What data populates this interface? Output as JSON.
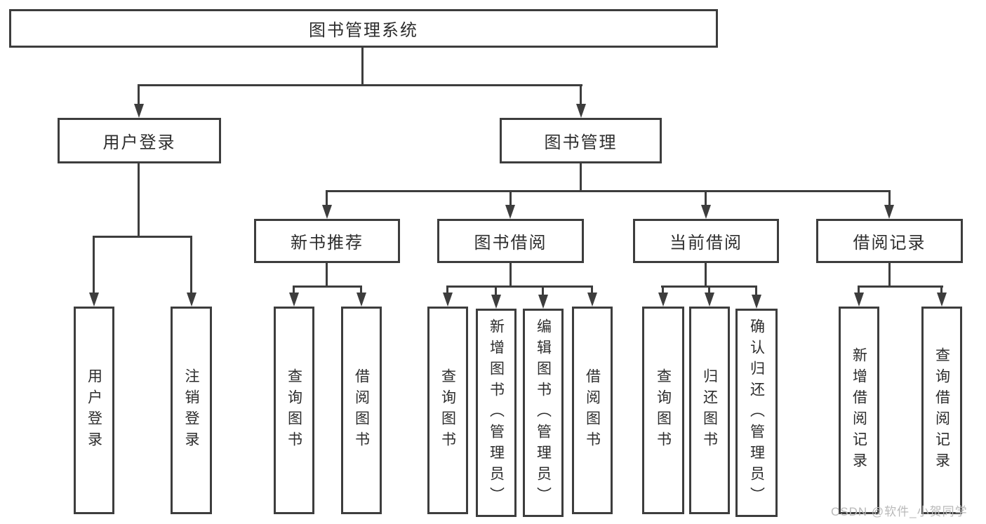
{
  "diagram_type": "functional-structure-tree",
  "tree": {
    "label": "图书管理系统",
    "children": [
      {
        "label": "用户登录",
        "children": [
          {
            "label": "用户登录"
          },
          {
            "label": "注销登录"
          }
        ]
      },
      {
        "label": "图书管理",
        "children": [
          {
            "label": "新书推荐",
            "children": [
              {
                "label": "查询图书"
              },
              {
                "label": "借阅图书"
              }
            ]
          },
          {
            "label": "图书借阅",
            "children": [
              {
                "label": "查询图书"
              },
              {
                "label": "新增图书（管理员）"
              },
              {
                "label": "编辑图书（管理员）"
              },
              {
                "label": "借阅图书"
              }
            ]
          },
          {
            "label": "当前借阅",
            "children": [
              {
                "label": "查询图书"
              },
              {
                "label": "归还图书"
              },
              {
                "label": "确认归还（管理员）"
              }
            ]
          },
          {
            "label": "借阅记录",
            "children": [
              {
                "label": "新增借阅记录"
              },
              {
                "label": "查询借阅记录"
              }
            ]
          }
        ]
      }
    ]
  },
  "watermark": {
    "text": "CSDN @软件_小贺同学"
  },
  "colors": {
    "line": "#3d3d3d",
    "box_border": "#3d3d3d",
    "text": "#2d2d2d",
    "watermark": "#b9b9b9",
    "background": "#ffffff"
  }
}
